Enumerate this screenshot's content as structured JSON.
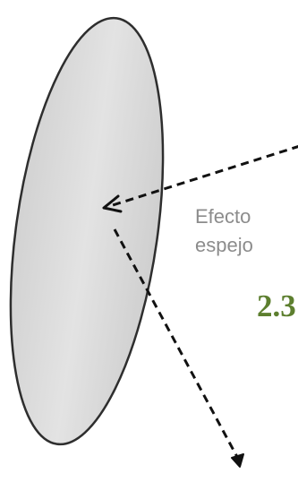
{
  "diagram": {
    "caption_line1": "Efecto",
    "caption_line2": "espejo",
    "section_number": "2.3",
    "colors": {
      "mirror_fill": "#e1e1e1",
      "mirror_edge": "#2e2e2e",
      "arrow": "#111111",
      "caption": "#8c8c8c",
      "section_number": "#5d7f2f"
    }
  }
}
